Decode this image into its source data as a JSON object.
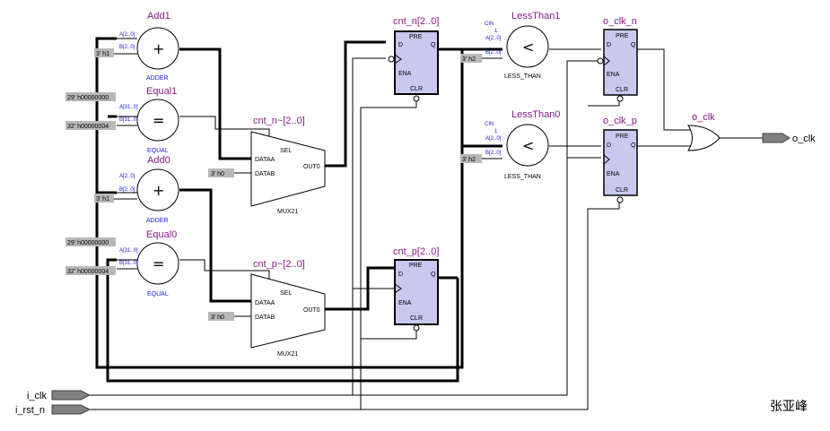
{
  "adders": [
    {
      "name": "Add1",
      "symbol": "+",
      "type": "ADDER",
      "pin_a": "A[2..0]",
      "pin_b": "B[2..0]",
      "const": "3' h1"
    },
    {
      "name": "Add0",
      "symbol": "+",
      "type": "ADDER",
      "pin_a": "A[2..0]",
      "pin_b": "B[2..0]",
      "const": "3' h1"
    }
  ],
  "equals": [
    {
      "name": "Equal1",
      "symbol": "=",
      "type": "EQUAL",
      "pin_a": "A[31..0]",
      "pin_b": "B[31..0]",
      "const_a": "29' h00000000",
      "const_b": "32' h00000004"
    },
    {
      "name": "Equal0",
      "symbol": "=",
      "type": "EQUAL",
      "pin_a": "A[31..0]",
      "pin_b": "B[31..0]",
      "const_a": "29' h00000000",
      "const_b": "32' h00000004"
    }
  ],
  "muxes": [
    {
      "name": "cnt_n~[2..0]",
      "type": "MUX21",
      "sel": "SEL",
      "dataa": "DATAA",
      "datab": "DATAB",
      "out": "OUT0",
      "const": "3' h0"
    },
    {
      "name": "cnt_p~[2..0]",
      "type": "MUX21",
      "sel": "SEL",
      "dataa": "DATAA",
      "datab": "DATAB",
      "out": "OUT0",
      "const": "3' h0"
    }
  ],
  "counters": [
    {
      "name": "cnt_n[2..0]",
      "pre": "PRE",
      "d": "D",
      "q": "Q",
      "ena": "ENA",
      "clr": "CLR"
    },
    {
      "name": "cnt_p[2..0]",
      "pre": "PRE",
      "d": "D",
      "q": "Q",
      "ena": "ENA",
      "clr": "CLR"
    }
  ],
  "comparators": [
    {
      "name": "LessThan1",
      "symbol": "<",
      "type": "LESS_THAN",
      "cin": "CIN",
      "cin_val": "1",
      "pin_a": "A[2..0]",
      "pin_b": "B[2..0]",
      "const": "3' h2"
    },
    {
      "name": "LessThan0",
      "symbol": "<",
      "type": "LESS_THAN",
      "cin": "CIN",
      "cin_val": "1",
      "pin_a": "A[2..0]",
      "pin_b": "B[2..0]",
      "const": "3' h2"
    }
  ],
  "flops": [
    {
      "name": "o_clk_n",
      "pre": "PRE",
      "d": "D",
      "q": "Q",
      "ena": "ENA",
      "clr": "CLR"
    },
    {
      "name": "o_clk_p",
      "pre": "PRE",
      "d": "D",
      "q": "Q",
      "ena": "ENA",
      "clr": "CLR"
    }
  ],
  "gate": {
    "name": "o_clk"
  },
  "ports": {
    "input_clk": "i_clk",
    "input_rst": "i_rst_n",
    "output_clk": "o_clk"
  },
  "watermark": "张亚峰",
  "colors": {
    "register_fill": "#c8c8f0",
    "label": "#8a1a8a",
    "pin_blue": "#1a1ae0",
    "const_fill": "#b8b8b8",
    "port_fill": "#808080"
  }
}
